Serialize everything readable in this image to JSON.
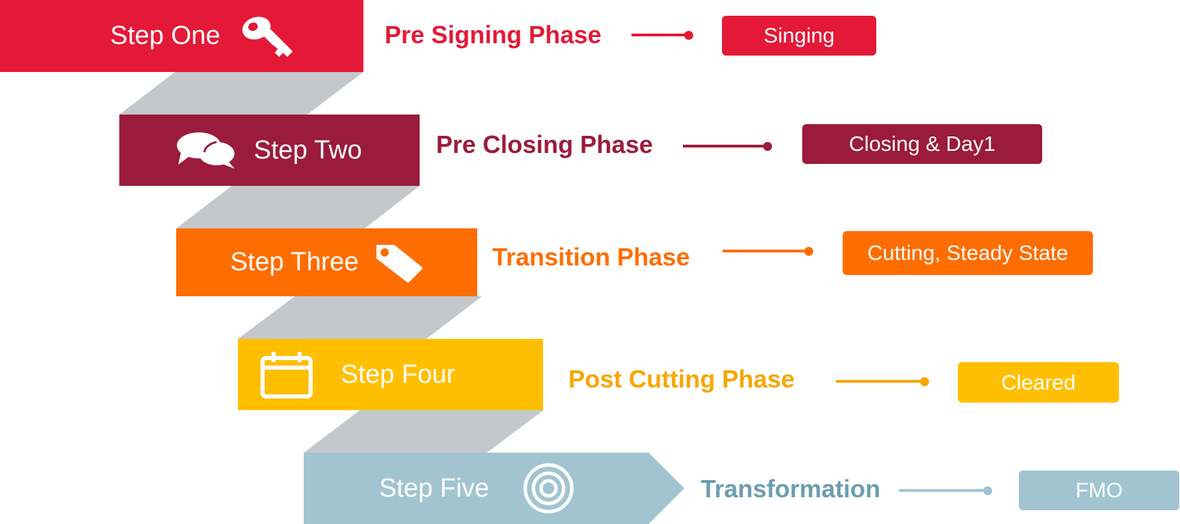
{
  "colors": {
    "step1": "#E31937",
    "step2": "#9B1B3C",
    "step3": "#FF6D00",
    "step4": "#FFBF00",
    "step4_text": "#F7A600",
    "step5": "#A2C4D1",
    "step5_text": "#6C9DB1",
    "connector": "#C4C8CC"
  },
  "steps": [
    {
      "label": "Step One",
      "icon": "key-icon",
      "phase": "Pre Signing Phase",
      "badge": "Singing"
    },
    {
      "label": "Step Two",
      "icon": "chat-bubbles-icon",
      "phase": "Pre Closing Phase",
      "badge": "Closing & Day1"
    },
    {
      "label": "Step Three",
      "icon": "tag-icon",
      "phase": "Transition Phase",
      "badge": "Cutting, Steady State"
    },
    {
      "label": "Step Four",
      "icon": "calendar-icon",
      "phase": "Post Cutting Phase",
      "badge": "Cleared"
    },
    {
      "label": "Step Five",
      "icon": "target-icon",
      "phase": "Transformation",
      "badge": "FMO"
    }
  ]
}
